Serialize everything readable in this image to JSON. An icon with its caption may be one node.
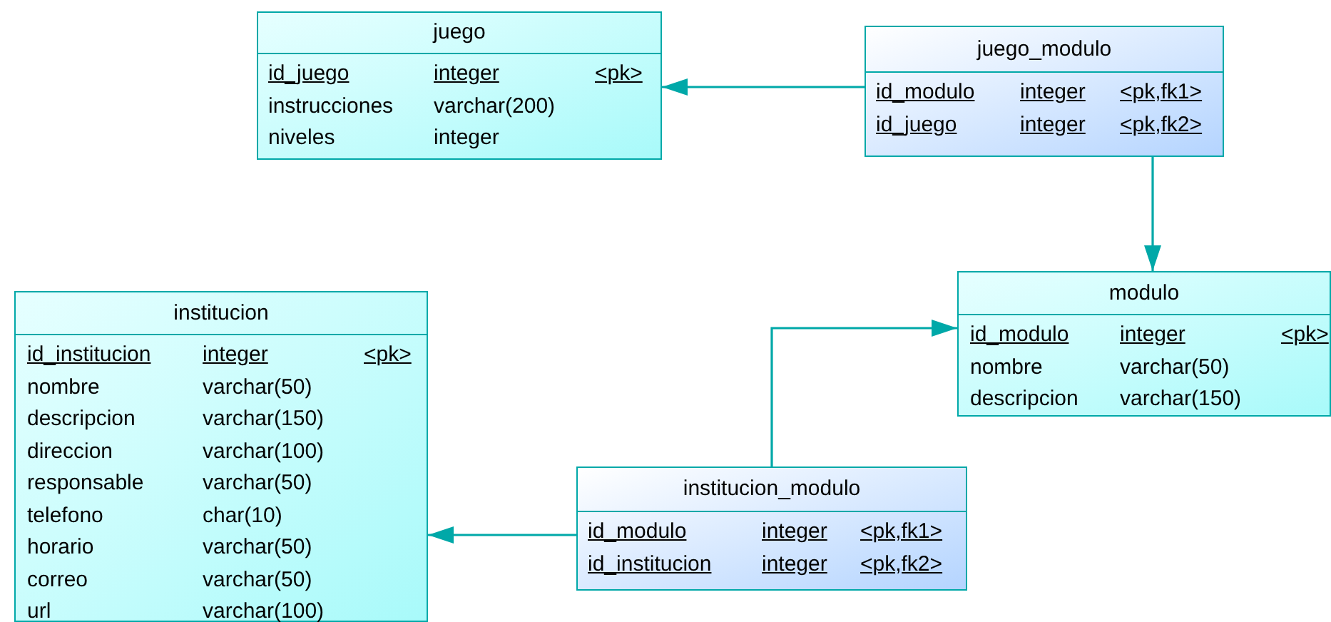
{
  "diagram": {
    "nodes": [
      {
        "text": [
          "juego"
        ]
      },
      {
        "text": [
          "id_juego",
          "integer",
          "<pk>"
        ],
        "in": 0
      },
      {
        "text": [
          "instrucciones",
          "varchar(200)"
        ],
        "in": 0
      },
      {
        "text": [
          "niveles",
          "integer"
        ],
        "in": 0
      },
      {
        "text": [
          "juego_modulo"
        ]
      },
      {
        "text": [
          "id_modulo",
          "integer",
          "<pk,fk1>"
        ],
        "in": 4
      },
      {
        "text": [
          "id_juego",
          "integer",
          "<pk,fk2>"
        ],
        "in": 4
      },
      {
        "text": [
          "institucion"
        ]
      },
      {
        "text": [
          "id_institucion",
          "integer",
          "<pk>"
        ],
        "in": 7
      },
      {
        "text": [
          "nombre",
          "varchar(50)"
        ],
        "in": 7
      },
      {
        "text": [
          "descripcion",
          "varchar(150)"
        ],
        "in": 7
      },
      {
        "text": [
          "direccion",
          "varchar(100)"
        ],
        "in": 7
      },
      {
        "text": [
          "responsable",
          "varchar(50)"
        ],
        "in": 7
      },
      {
        "text": [
          "telefono",
          "char(10)"
        ],
        "in": 7
      },
      {
        "text": [
          "horario",
          "varchar(50)"
        ],
        "in": 7
      },
      {
        "text": [
          "correo",
          "varchar(50)"
        ],
        "in": 7
      },
      {
        "text": [
          "url",
          "varchar(100)"
        ],
        "in": 7
      },
      {
        "text": [
          "modulo"
        ]
      },
      {
        "text": [
          "id_modulo",
          "integer",
          "<pk>"
        ],
        "in": 17
      },
      {
        "text": [
          "nombre",
          "varchar(50)"
        ],
        "in": 17
      },
      {
        "text": [
          "descripcion",
          "varchar(150)"
        ],
        "in": 17
      },
      {
        "text": [
          "institucion_modulo"
        ]
      },
      {
        "text": [
          "id_modulo",
          "integer",
          "<pk,fk1>"
        ],
        "in": 21
      },
      {
        "text": [
          "id_institucion",
          "integer",
          "<pk,fk2>"
        ],
        "in": 21
      }
    ],
    "edges": [
      {
        "from": 4,
        "to": 0,
        "arrow": "to"
      },
      {
        "from": 4,
        "to": 17,
        "arrow": "to"
      },
      {
        "from": 21,
        "to": 17,
        "arrow": "to"
      },
      {
        "from": 21,
        "to": 7,
        "arrow": "to"
      }
    ]
  }
}
